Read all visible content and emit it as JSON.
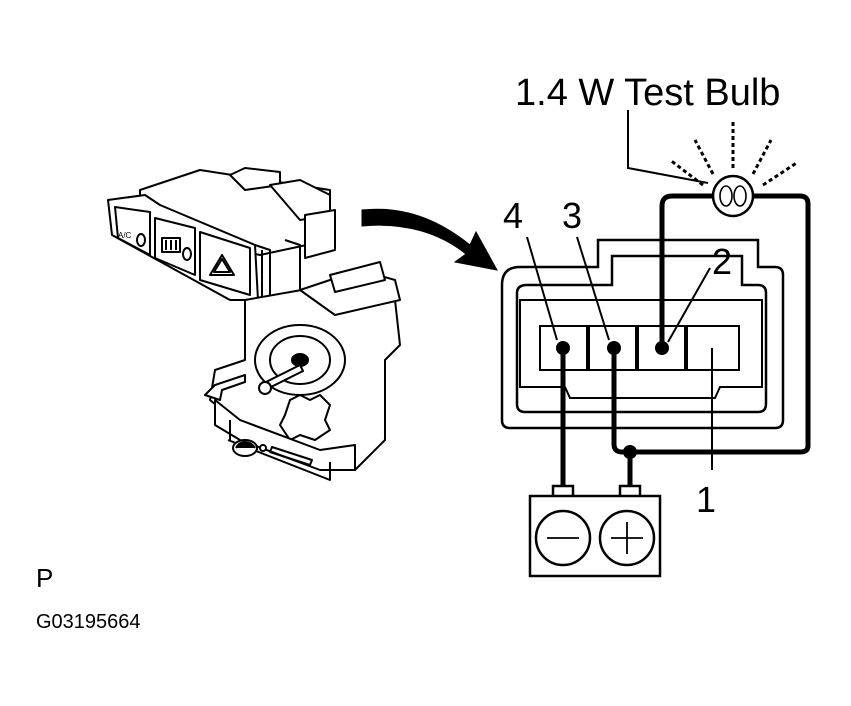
{
  "bulb_label": "1.4 W Test Bulb",
  "pins": {
    "p1": "1",
    "p2": "2",
    "p3": "3",
    "p4": "4"
  },
  "panel_mark": "P",
  "figure_code": "G03195664",
  "switch_button_text": "A/C"
}
